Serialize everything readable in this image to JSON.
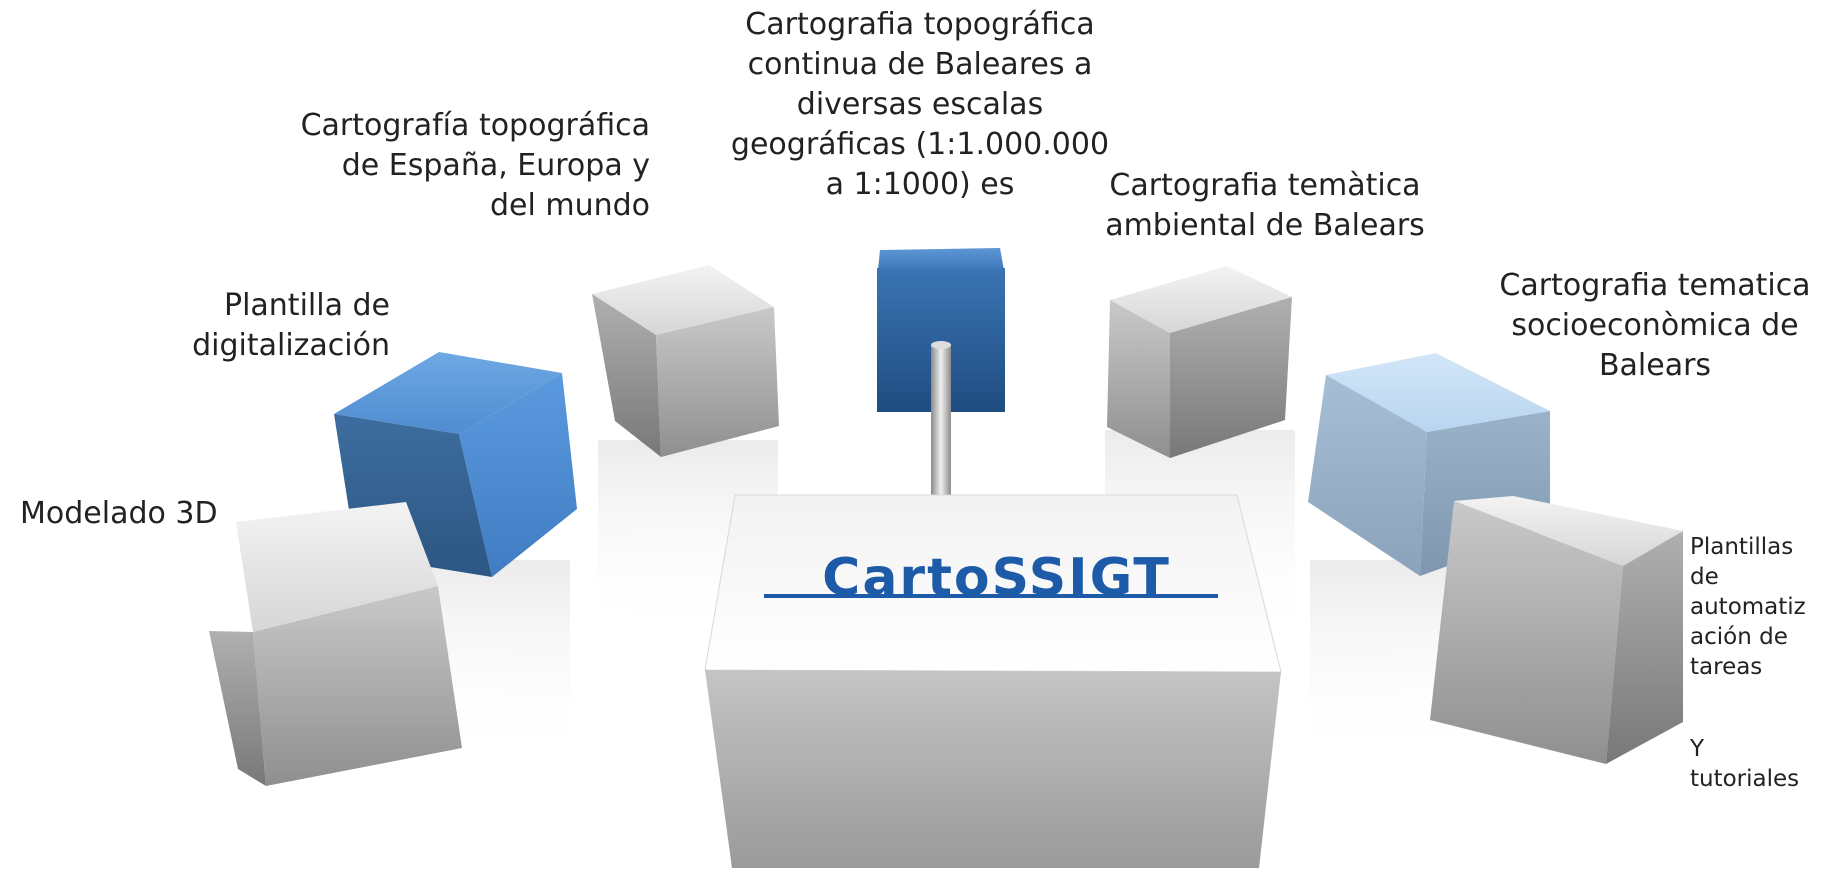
{
  "diagram": {
    "center_logo": "CartoSSIGT",
    "labels": {
      "modelado": "Modelado 3D",
      "plantilla": "Plantilla de\ndigitalización",
      "topo_espana": "Cartografía topográfica\nde España, Europa y\ndel mundo",
      "topo_baleares": "Cartografia topográfica\ncontinua de Baleares a\ndiversas escalas\ngeográficas (1:1.000.000\na 1:1000) es",
      "tematica_ambiental": "Cartografia temàtica\nambiental de Balears",
      "tematica_socio": "Cartografia tematica\nsocioeconòmica de\nBalears",
      "plantillas_auto": "Plantillas\nde\nautomatiz\nación de\ntareas",
      "tutoriales": "Y\ntutoriales"
    },
    "colors": {
      "blue_cube": "#4a86c8",
      "dark_blue_cube": "#2a5f97",
      "light_blue_cube": "#a9c9e6",
      "grey_cube": "#a8a8a8",
      "logo": "#1d5aa8"
    }
  }
}
